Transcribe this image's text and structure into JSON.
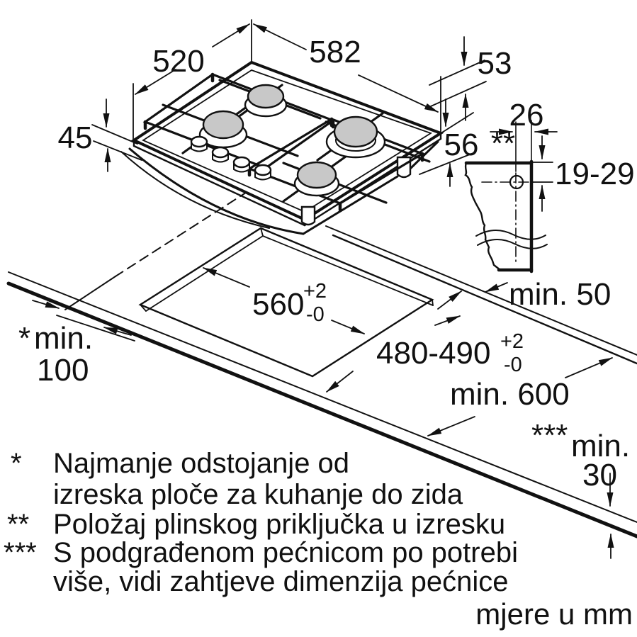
{
  "colors": {
    "line": "#111111",
    "burner_cap": "#c8c8c8",
    "background": "#ffffff"
  },
  "dimensions": {
    "hob_depth": "520",
    "hob_width": "582",
    "hob_edge_height": "53",
    "hob_height_left": "45",
    "hob_body_height": "56",
    "gas_conn_offset": "26",
    "gas_conn_ref_marker": "**",
    "gas_conn_depth": "19-29",
    "back_clearance": "min. 50",
    "cutout_width": "560",
    "cutout_width_tol_plus": "+2",
    "cutout_width_tol_minus": "-0",
    "cutout_depth": "480-490",
    "cutout_depth_tol_plus": "+2",
    "cutout_depth_tol_minus": "-0",
    "side_clearance_marker": "*",
    "side_clearance_word": "min.",
    "side_clearance_value": "100",
    "worktop_depth": "min. 600",
    "worktop_thickness_marker": "***",
    "worktop_thickness_word": "min.",
    "worktop_thickness_value": "30"
  },
  "footnotes": [
    {
      "marker": "*",
      "text_line1": "Najmanje odstojanje od",
      "text_line2": "izreska ploče za kuhanje do zida"
    },
    {
      "marker": "**",
      "text_line1": "Položaj plinskog priključka u izresku",
      "text_line2": ""
    },
    {
      "marker": "***",
      "text_line1": "S podgrađenom pećnicom po potrebi",
      "text_line2": "više, vidi zahtjeve dimenzija pećnice"
    }
  ],
  "units_note": "mjere u mm"
}
